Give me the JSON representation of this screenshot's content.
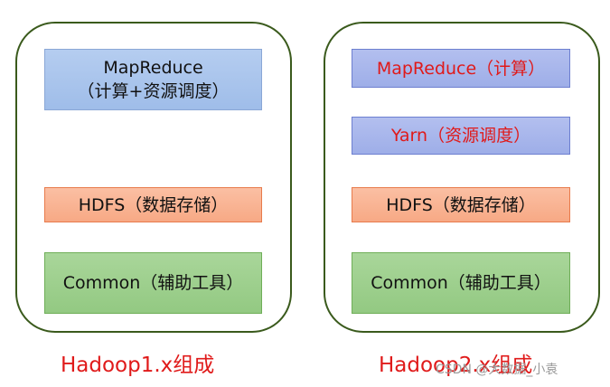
{
  "left": {
    "mapreduce_line1": "MapReduce",
    "mapreduce_line2": "（计算+资源调度）",
    "hdfs": "HDFS（数据存储）",
    "common": "Common（辅助工具）",
    "caption": "Hadoop1.x组成"
  },
  "right": {
    "mapreduce": "MapReduce（计算）",
    "yarn": "Yarn（资源调度）",
    "hdfs": "HDFS（数据存储）",
    "common": "Common（辅助工具）",
    "caption": "Hadoop2.x组成"
  },
  "watermark": "CSDN @大数据_小袁",
  "colors": {
    "caption_red": "#e01a1a",
    "panel_border": "#3a5a1c",
    "mapreduce_blue": "#a9c4ec",
    "yarn_purple": "#a8b6eb",
    "hdfs_orange": "#f9b494",
    "common_green": "#9ecf8e"
  }
}
